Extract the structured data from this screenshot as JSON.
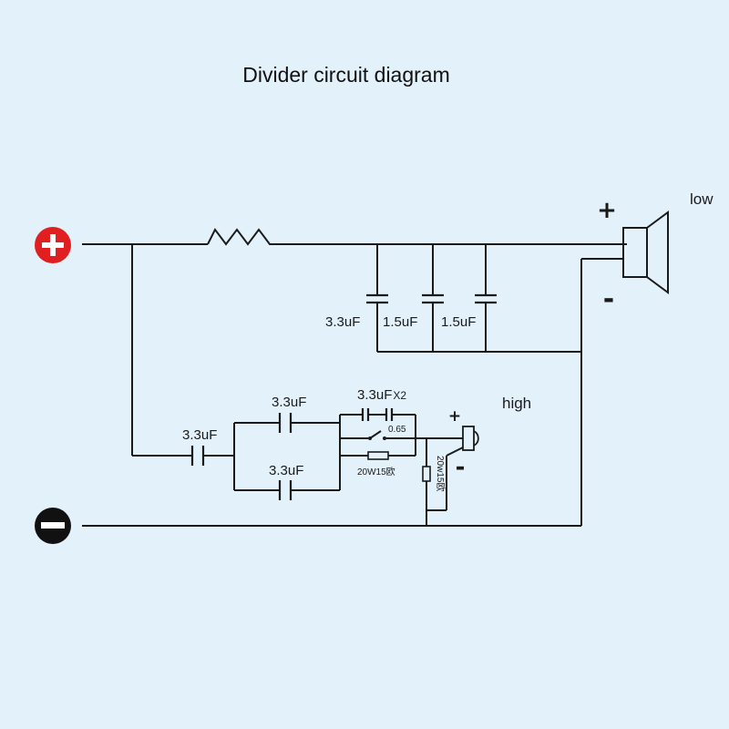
{
  "title": "Divider circuit diagram",
  "colors": {
    "background": "#e3f1fb",
    "positive_terminal": "#e02020",
    "negative_terminal": "#111111",
    "polarity_red": "#d81b1b",
    "line": "#1a1a1a"
  },
  "terminals": {
    "positive_symbol": "+",
    "negative_symbol": "−"
  },
  "low_section": {
    "speaker_label": "low",
    "plus": "+",
    "minus": "-",
    "capacitors": [
      "3.3uF",
      "1.5uF",
      "1.5uF"
    ]
  },
  "high_section": {
    "speaker_label": "high",
    "plus": "+",
    "minus": "-",
    "series_cap": "3.3uF",
    "parallel_cap_top": "3.3uF",
    "parallel_cap_bottom": "3.3uF",
    "cap_x2": "3.3uF",
    "x2_suffix": "X2",
    "switch_value": "0.65",
    "series_resistor": "20W15欧",
    "shunt_resistor": "20w15欧"
  }
}
